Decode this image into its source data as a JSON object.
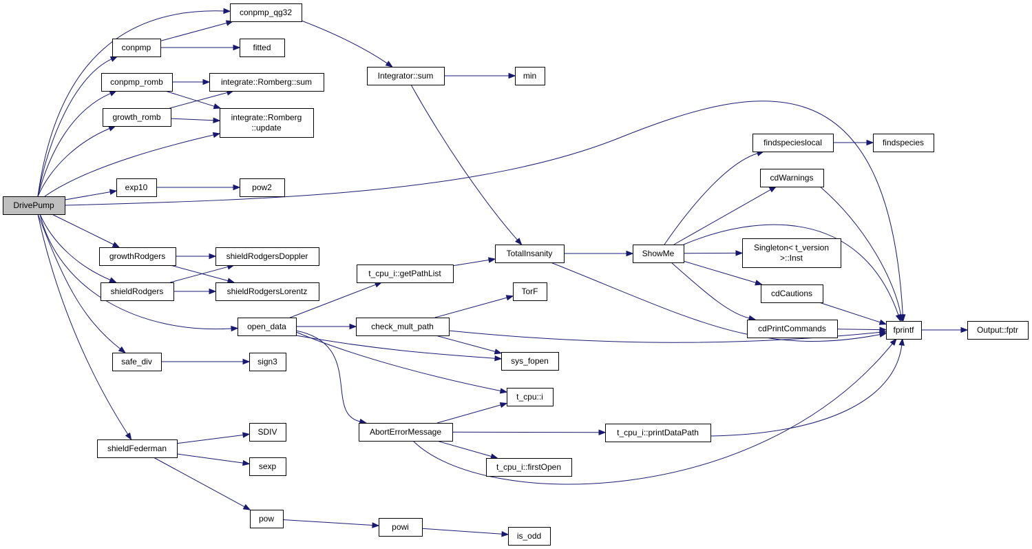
{
  "nodes": {
    "DrivePump": {
      "label": "DrivePump",
      "root": true
    },
    "conpmp_qg32": {
      "label": "conpmp_qg32"
    },
    "conpmp": {
      "label": "conpmp"
    },
    "fitted": {
      "label": "fitted"
    },
    "conpmp_romb": {
      "label": "conpmp_romb"
    },
    "integrate_romberg_sum": {
      "label": "integrate::Romberg::sum"
    },
    "growth_romb": {
      "label": "growth_romb"
    },
    "integrate_romberg_update": {
      "label": [
        "integrate::Romberg",
        "::update"
      ]
    },
    "exp10": {
      "label": "exp10"
    },
    "pow2": {
      "label": "pow2"
    },
    "growthRodgers": {
      "label": "growthRodgers"
    },
    "shieldRodgersDoppler": {
      "label": "shieldRodgersDoppler"
    },
    "shieldRodgers": {
      "label": "shieldRodgers"
    },
    "shieldRodgersLorentz": {
      "label": "shieldRodgersLorentz"
    },
    "open_data": {
      "label": "open_data"
    },
    "safe_div": {
      "label": "safe_div"
    },
    "sign3": {
      "label": "sign3"
    },
    "shieldFederman": {
      "label": "shieldFederman"
    },
    "SDIV": {
      "label": "SDIV"
    },
    "sexp": {
      "label": "sexp"
    },
    "pow": {
      "label": "pow"
    },
    "powi": {
      "label": "powi"
    },
    "is_odd": {
      "label": "is_odd"
    },
    "Integrator_sum": {
      "label": "Integrator::sum"
    },
    "min": {
      "label": "min"
    },
    "t_cpu_i_getPathList": {
      "label": "t_cpu_i::getPathList"
    },
    "TotalInsanity": {
      "label": "TotalInsanity"
    },
    "TorF": {
      "label": "TorF"
    },
    "check_mult_path": {
      "label": "check_mult_path"
    },
    "sys_fopen": {
      "label": "sys_fopen"
    },
    "t_cpu_i": {
      "label": "t_cpu::i"
    },
    "AbortErrorMessage": {
      "label": "AbortErrorMessage"
    },
    "t_cpu_i_printDataPath": {
      "label": "t_cpu_i::printDataPath"
    },
    "t_cpu_i_firstOpen": {
      "label": "t_cpu_i::firstOpen"
    },
    "ShowMe": {
      "label": "ShowMe"
    },
    "findspecieslocal": {
      "label": "findspecieslocal"
    },
    "findspecies": {
      "label": "findspecies"
    },
    "cdWarnings": {
      "label": "cdWarnings"
    },
    "Singleton_t_version_Inst": {
      "label": [
        "Singleton< t_version",
        ">::Inst"
      ]
    },
    "cdCautions": {
      "label": "cdCautions"
    },
    "cdPrintCommands": {
      "label": "cdPrintCommands"
    },
    "fprintf": {
      "label": "fprintf"
    },
    "Output_fptr": {
      "label": "Output::fptr"
    }
  },
  "edges": [
    [
      "DrivePump",
      "conpmp_qg32"
    ],
    [
      "DrivePump",
      "conpmp"
    ],
    [
      "DrivePump",
      "conpmp_romb"
    ],
    [
      "DrivePump",
      "growth_romb"
    ],
    [
      "DrivePump",
      "integrate_romberg_update"
    ],
    [
      "DrivePump",
      "exp10"
    ],
    [
      "DrivePump",
      "fprintf"
    ],
    [
      "DrivePump",
      "growthRodgers"
    ],
    [
      "DrivePump",
      "shieldRodgers"
    ],
    [
      "DrivePump",
      "open_data"
    ],
    [
      "DrivePump",
      "safe_div"
    ],
    [
      "DrivePump",
      "shieldFederman"
    ],
    [
      "conpmp",
      "conpmp_qg32"
    ],
    [
      "conpmp",
      "fitted"
    ],
    [
      "conpmp_qg32",
      "Integrator_sum"
    ],
    [
      "conpmp_romb",
      "integrate_romberg_sum"
    ],
    [
      "conpmp_romb",
      "integrate_romberg_update"
    ],
    [
      "growth_romb",
      "integrate_romberg_sum"
    ],
    [
      "growth_romb",
      "integrate_romberg_update"
    ],
    [
      "exp10",
      "pow2"
    ],
    [
      "growthRodgers",
      "shieldRodgersDoppler"
    ],
    [
      "growthRodgers",
      "shieldRodgersLorentz"
    ],
    [
      "shieldRodgers",
      "shieldRodgersDoppler"
    ],
    [
      "shieldRodgers",
      "shieldRodgersLorentz"
    ],
    [
      "safe_div",
      "sign3"
    ],
    [
      "shieldFederman",
      "SDIV"
    ],
    [
      "shieldFederman",
      "sexp"
    ],
    [
      "shieldFederman",
      "pow"
    ],
    [
      "pow",
      "powi"
    ],
    [
      "powi",
      "is_odd"
    ],
    [
      "Integrator_sum",
      "min"
    ],
    [
      "Integrator_sum",
      "TotalInsanity"
    ],
    [
      "open_data",
      "t_cpu_i_getPathList"
    ],
    [
      "open_data",
      "check_mult_path"
    ],
    [
      "open_data",
      "sys_fopen"
    ],
    [
      "open_data",
      "t_cpu_i"
    ],
    [
      "open_data",
      "AbortErrorMessage"
    ],
    [
      "t_cpu_i_getPathList",
      "TotalInsanity"
    ],
    [
      "check_mult_path",
      "TorF"
    ],
    [
      "check_mult_path",
      "sys_fopen"
    ],
    [
      "check_mult_path",
      "fprintf"
    ],
    [
      "AbortErrorMessage",
      "t_cpu_i"
    ],
    [
      "AbortErrorMessage",
      "t_cpu_i_printDataPath"
    ],
    [
      "AbortErrorMessage",
      "t_cpu_i_firstOpen"
    ],
    [
      "AbortErrorMessage",
      "fprintf"
    ],
    [
      "t_cpu_i_printDataPath",
      "fprintf"
    ],
    [
      "TotalInsanity",
      "ShowMe"
    ],
    [
      "TotalInsanity",
      "fprintf"
    ],
    [
      "ShowMe",
      "findspecieslocal"
    ],
    [
      "ShowMe",
      "cdWarnings"
    ],
    [
      "ShowMe",
      "Singleton_t_version_Inst"
    ],
    [
      "ShowMe",
      "cdCautions"
    ],
    [
      "ShowMe",
      "cdPrintCommands"
    ],
    [
      "ShowMe",
      "fprintf"
    ],
    [
      "findspecieslocal",
      "findspecies"
    ],
    [
      "cdWarnings",
      "fprintf"
    ],
    [
      "cdCautions",
      "fprintf"
    ],
    [
      "cdPrintCommands",
      "fprintf"
    ],
    [
      "fprintf",
      "Output_fptr"
    ]
  ]
}
